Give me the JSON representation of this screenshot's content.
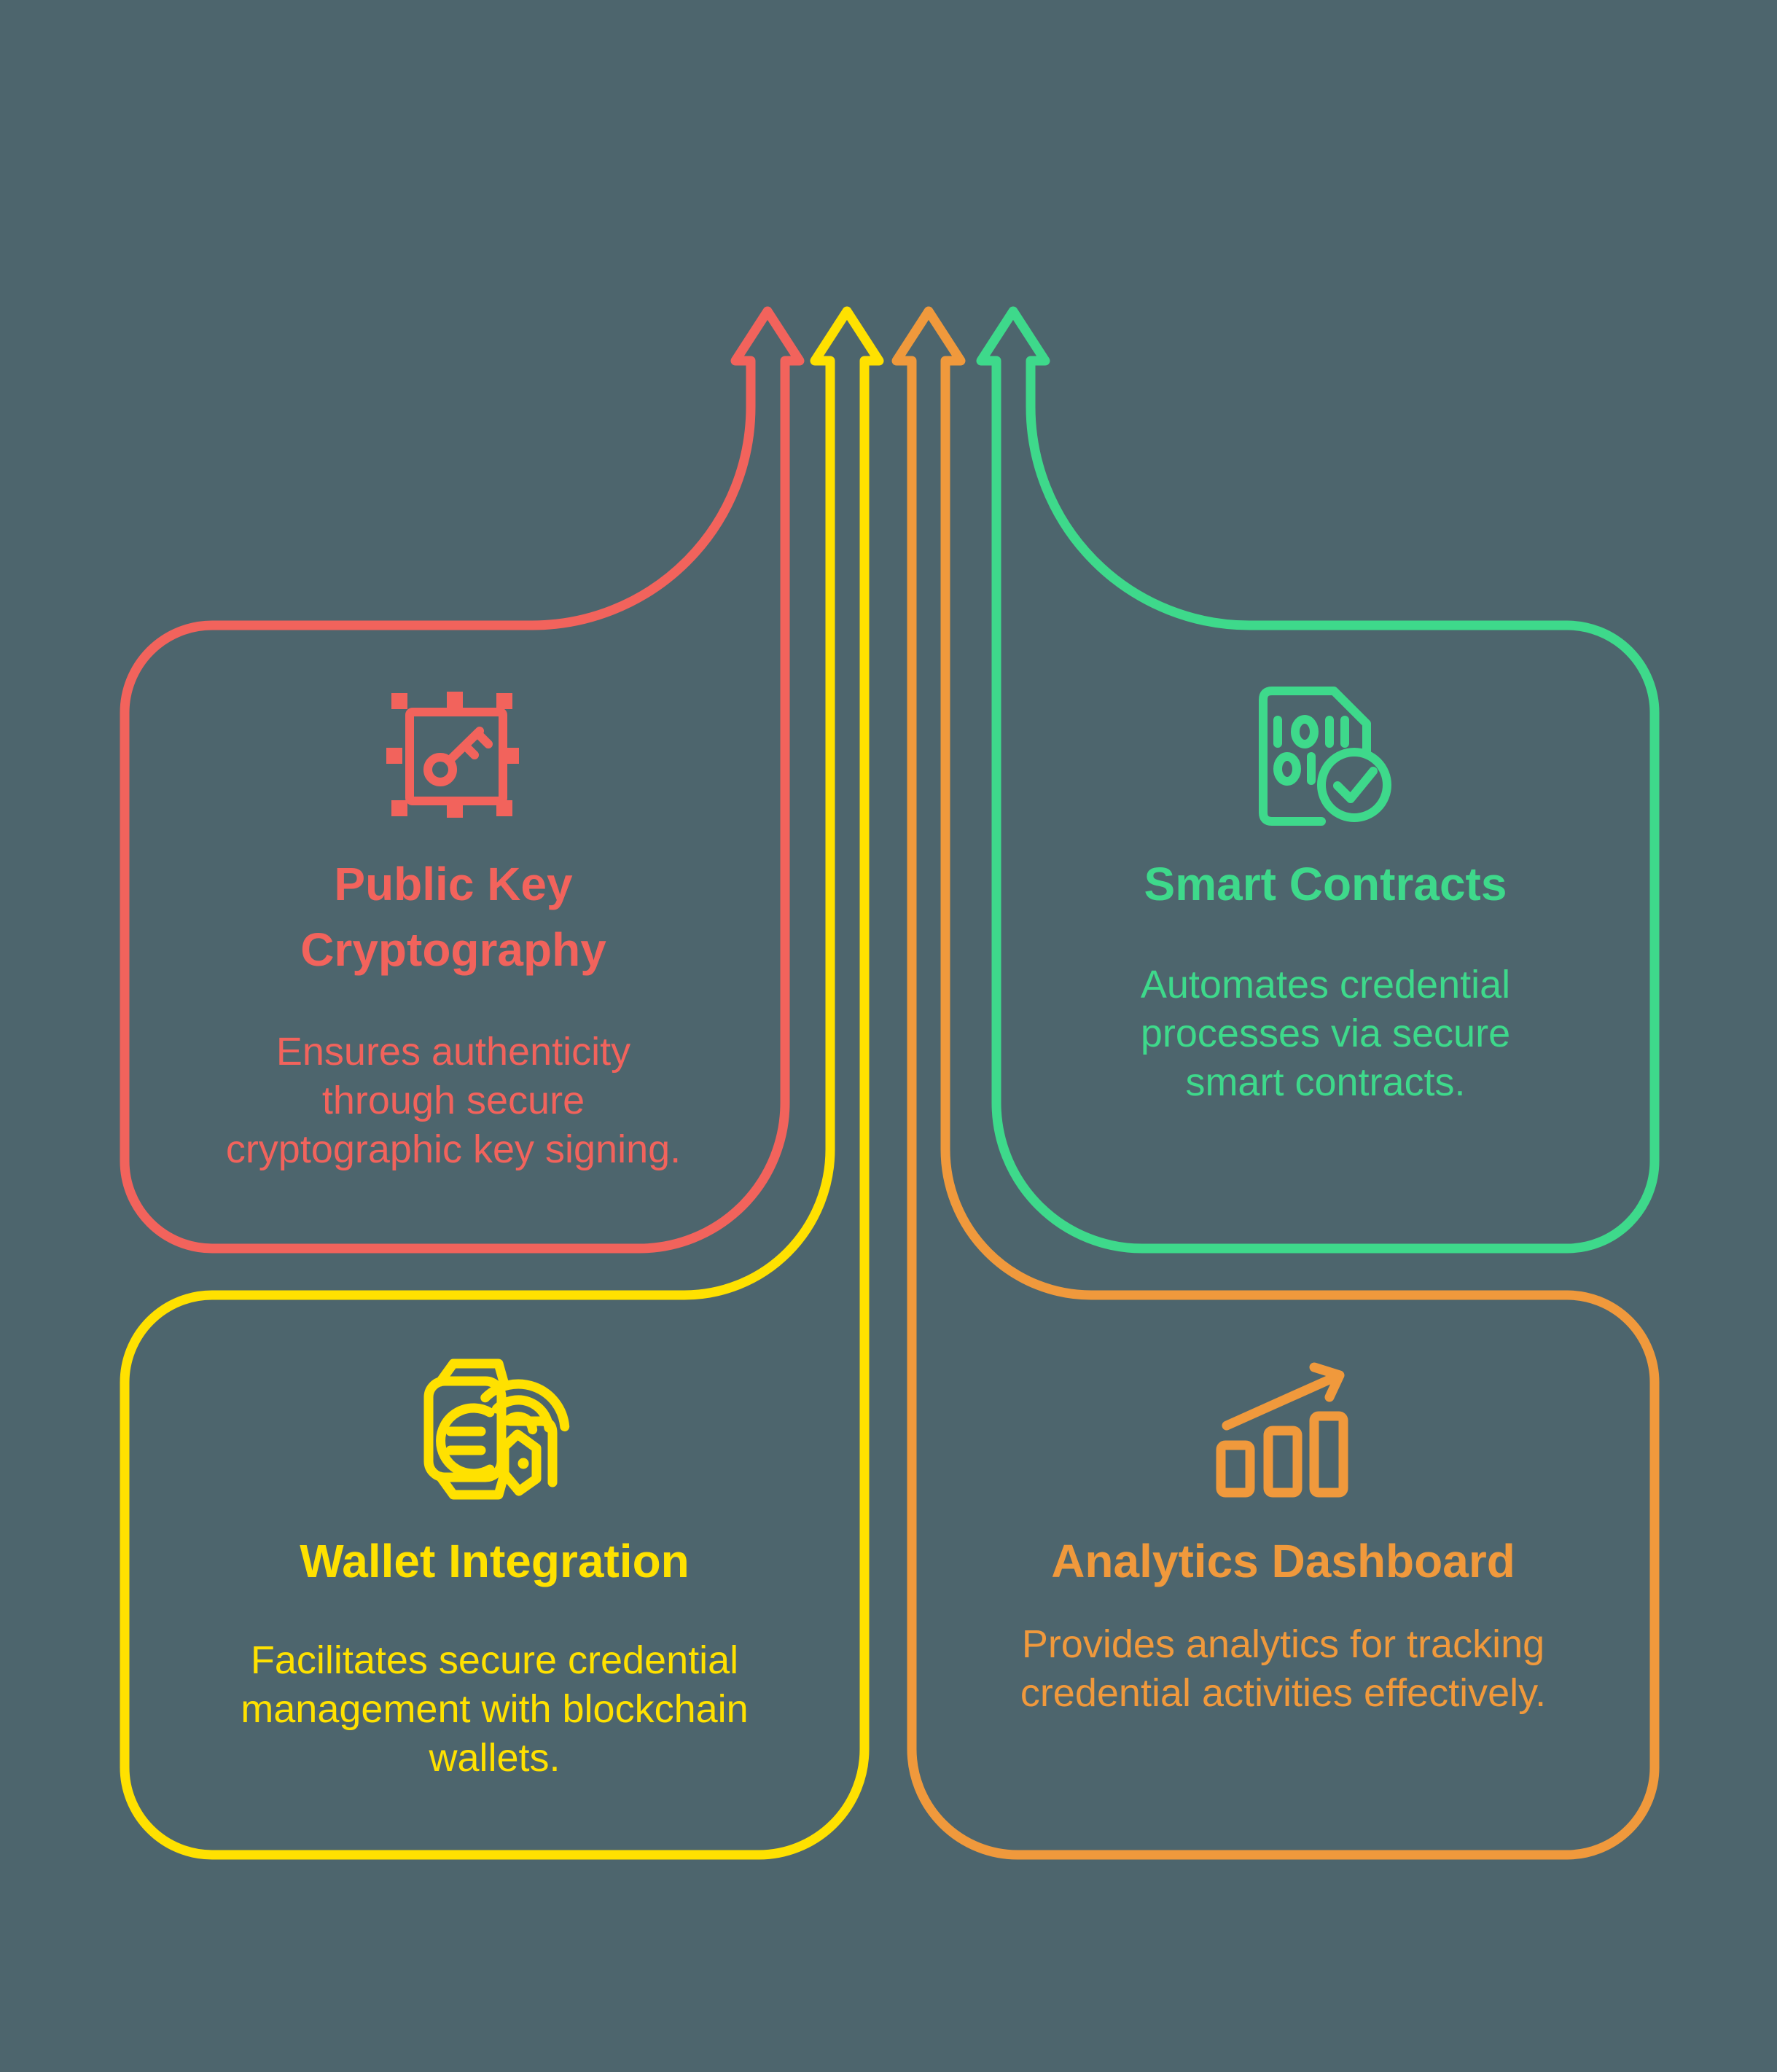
{
  "background": "#4d656d",
  "cards": [
    {
      "title": "Public Key Cryptography",
      "description": "Ensures authenticity through secure cryptographic key signing.",
      "color": "#f2635c",
      "icon": "key-stamp-icon",
      "connector": "up-arrow"
    },
    {
      "title": "Smart Contracts",
      "description": "Automates credential processes via secure smart contracts.",
      "color": "#3ed98b",
      "icon": "document-check-icon",
      "connector": "up-arrow"
    },
    {
      "title": "Wallet Integration",
      "description": "Facilitates secure credential management with blockchain wallets.",
      "color": "#ffe100",
      "icon": "wallet-contactless-icon",
      "connector": "up-arrow"
    },
    {
      "title": "Analytics Dashboard",
      "description": "Provides analytics for tracking credential activities effectively.",
      "color": "#f0993c",
      "icon": "bar-chart-icon",
      "connector": "up-arrow"
    }
  ]
}
